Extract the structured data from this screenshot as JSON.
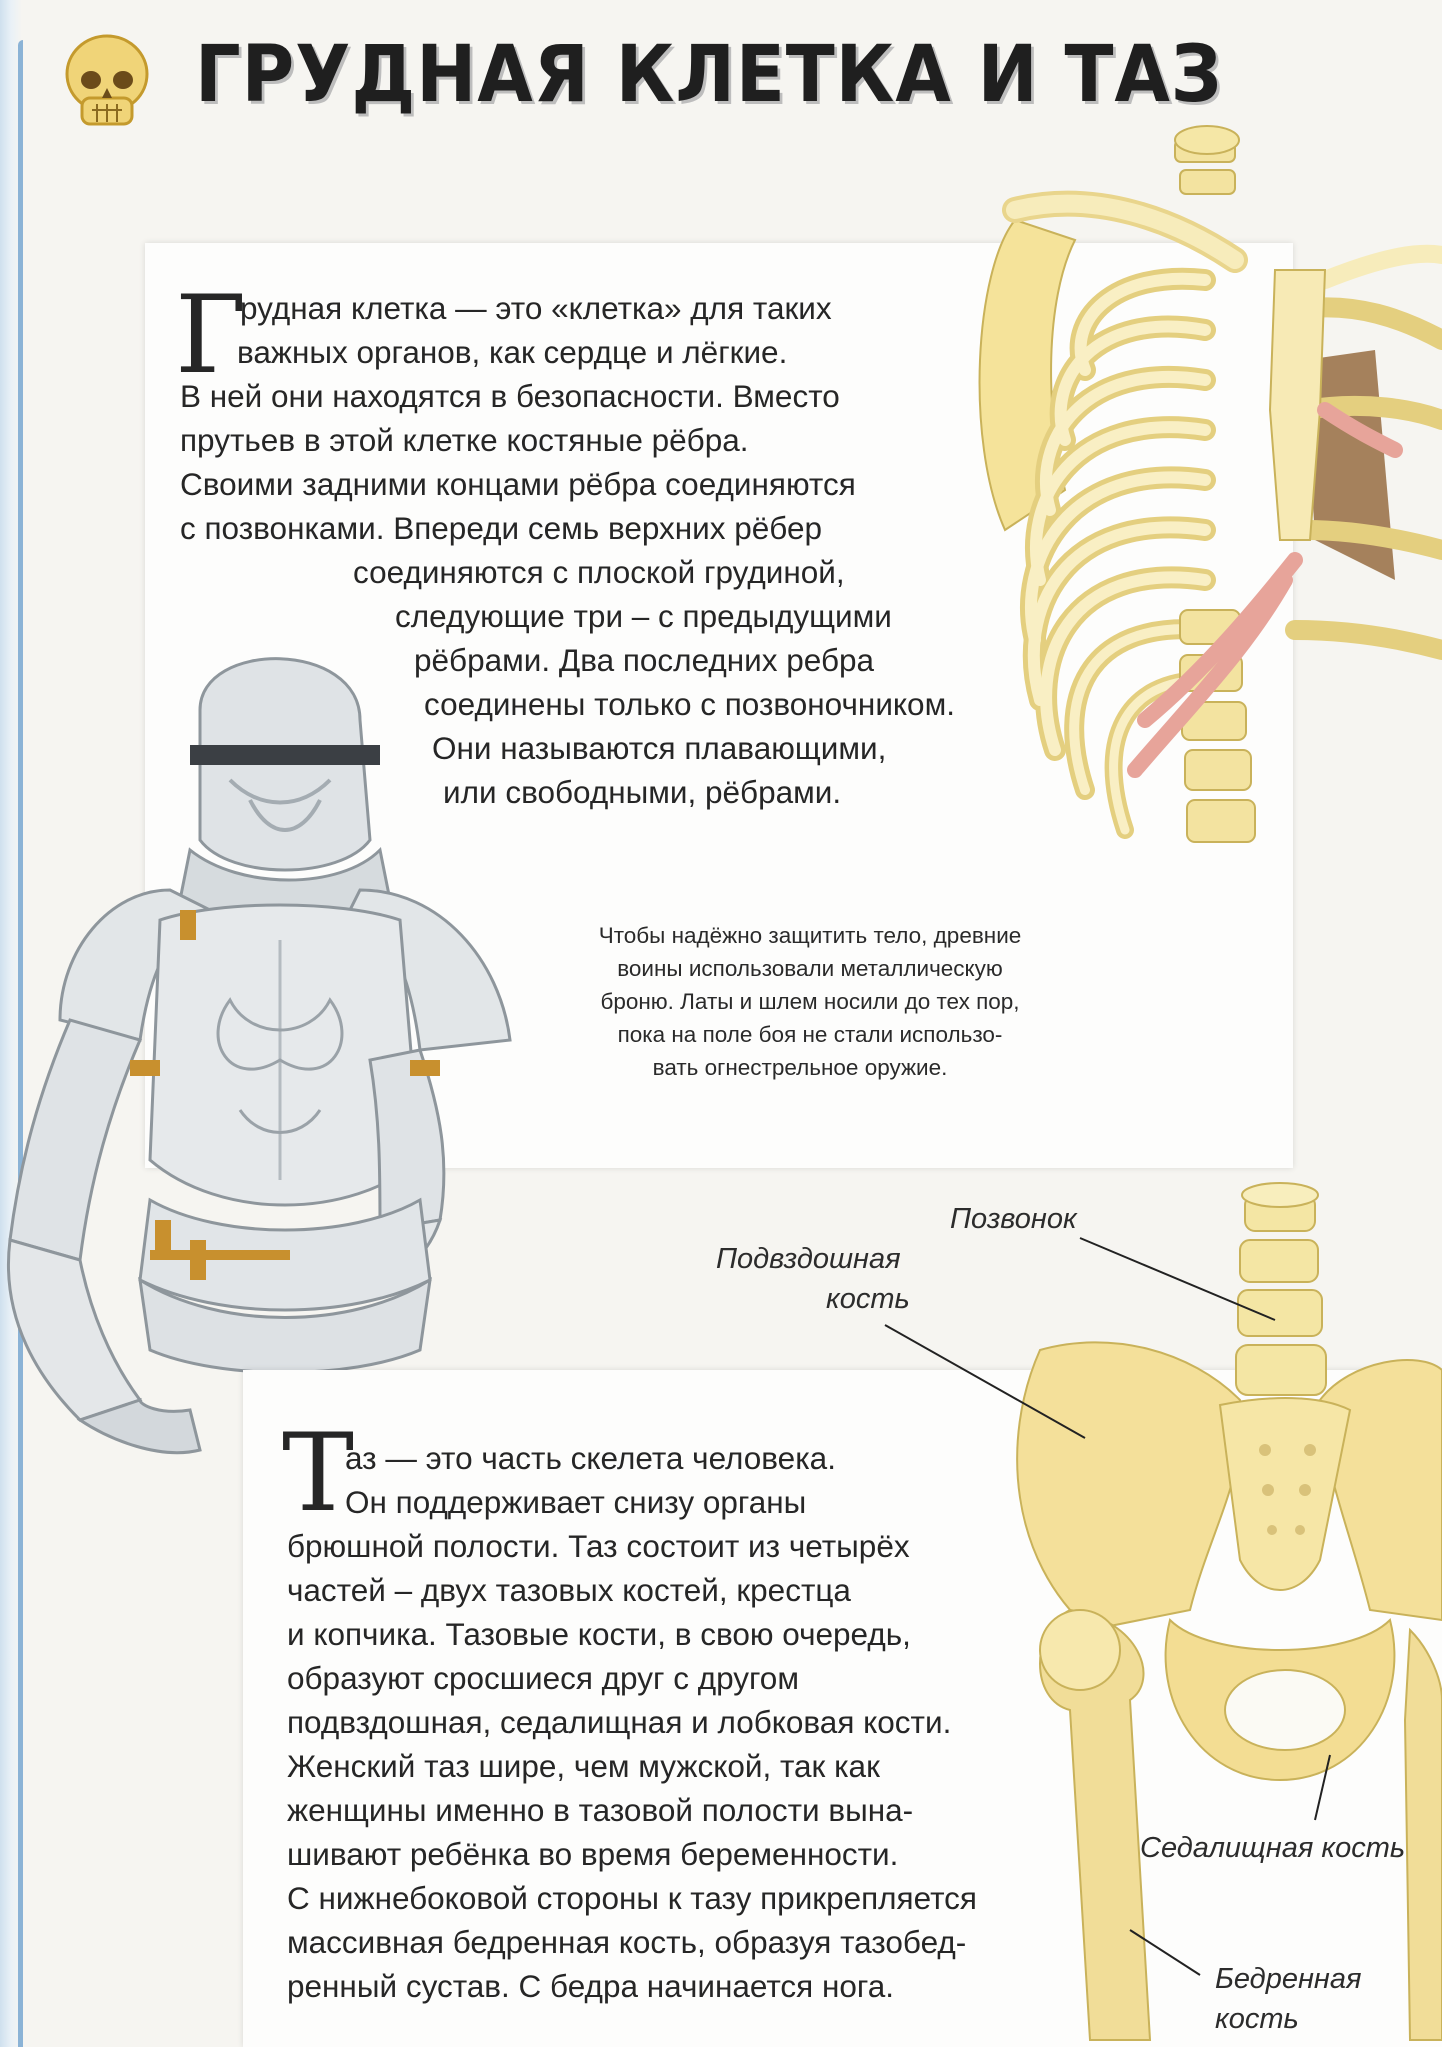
{
  "header": {
    "title": "ГРУДНАЯ КЛЕТКА И ТАЗ"
  },
  "chest_section": {
    "drop_cap": "Г",
    "lines": [
      "рудная клетка — это «клетка» для таких",
      "важных органов, как сердце и лёгкие.",
      "В ней они находятся в безопасности. Вместо",
      "прутьев в этой клетке костяные рёбра.",
      "Своими задними концами рёбра соединяются",
      "с позвонками. Впереди семь верхних рёбер",
      "соединяются с плоской грудиной,",
      "следующие три – с предыдущими",
      "рёбрами. Два последних ребра",
      "соединены только с позвоночником.",
      "Они называются плавающими,",
      "или свободными, рёбрами."
    ]
  },
  "armor_caption": {
    "lines": [
      "Чтобы надёжно защитить тело, древние",
      "воины использовали металлическую",
      "броню. Латы и шлем носили до тех пор,",
      "пока на поле боя не стали использо-",
      "вать огнестрельное оружие."
    ]
  },
  "pelvis_labels": {
    "vertebra": "Позвонок",
    "ilium_line1": "Подвздошная",
    "ilium_line2": "кость",
    "ischium": "Седалищная кость",
    "femur_line1": "Бедренная",
    "femur_line2": "кость"
  },
  "pelvis_section": {
    "drop_cap": "Т",
    "lines": [
      "аз — это часть скелета человека.",
      "Он поддерживает снизу органы",
      "брюшной полости. Таз состоит из четырёх",
      "частей – двух тазовых костей, крестца",
      "и копчика. Тазовые кости, в свою очередь,",
      "образуют сросшиеся друг с другом",
      "подвздошная, седалищная и лобковая кости.",
      "Женский таз шире, чем мужской, так как",
      "женщины именно в тазовой полости вына-",
      "шивают ребёнка во время беременности.",
      "С нижнебоковой стороны к тазу прикрепляется",
      "массивная бедренная кость, образуя тазобед-",
      "ренный сустав. С бедра начинается нога."
    ]
  },
  "colors": {
    "bone": "#f3e6a4",
    "bone_outline": "#c9b25a",
    "cartilage": "#e7a49a",
    "armor": "#dfe3e6",
    "strap": "#c8902e",
    "accent_edge": "#8bb3d6"
  },
  "icons": {
    "header_icon": "skull-icon"
  }
}
